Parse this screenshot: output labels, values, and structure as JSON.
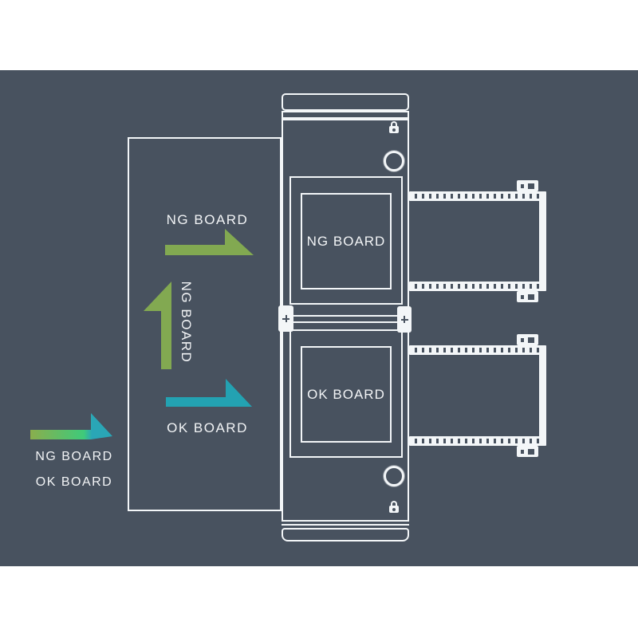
{
  "colors": {
    "panel_bg": "#48525f",
    "line": "#f3f6f8",
    "green": "#82a951",
    "teal": "#23a2b2",
    "legend_gradient_start": "#8aae4d",
    "legend_gradient_mid": "#3fca7a",
    "legend_gradient_end": "#2aa6b6"
  },
  "machine": {
    "ng_window_label": "NG BOARD",
    "ok_window_label": "OK BOARD"
  },
  "flows": {
    "ng_out_label": "NG BOARD",
    "ng_up_label": "NG BOARD",
    "ok_out_label": "OK BOARD"
  },
  "legend": {
    "ng_label": "NG BOARD",
    "ok_label": "OK BOARD"
  }
}
